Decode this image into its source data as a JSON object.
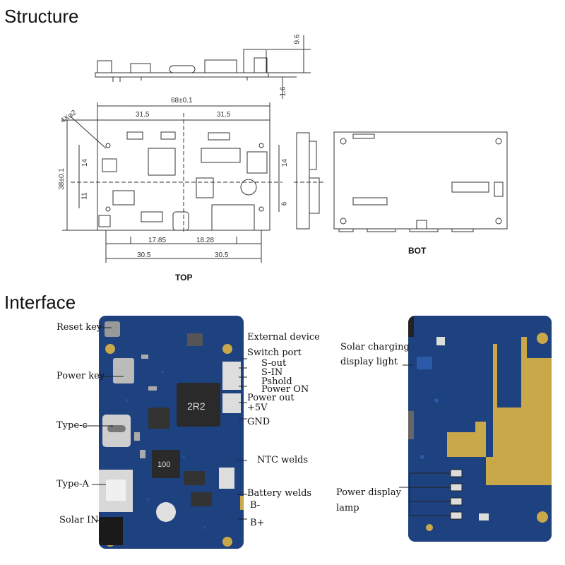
{
  "sections": {
    "structure": "Structure",
    "interface": "Interface"
  },
  "views": {
    "top": "TOP",
    "bot": "BOT"
  },
  "dimensions": {
    "height_side": "9.6",
    "thickness": "1.6",
    "width_total": "68±0.1",
    "half_left": "31.5",
    "half_right": "31.5",
    "height_total": "38±0.1",
    "left_14": "14",
    "left_11": "11",
    "right_14": "14",
    "right_6": "6",
    "holes": "4Xφ2",
    "usb_left": "17.85",
    "usb_right": "18.28",
    "bottom_left": "30.5",
    "bottom_right": "30.5"
  },
  "silkscreen": {
    "inductor": "2R2",
    "inductor2": "100"
  },
  "callouts_left": [
    "Reset key",
    "Power key",
    "Type-c",
    "Type-A",
    "Solar IN"
  ],
  "callouts_right": [
    "External device",
    "Switch port",
    "S-out",
    "S-IN",
    "Pshold",
    "Power ON",
    "Power out",
    "+5V",
    "GND",
    "NTC welds",
    "Battery welds",
    "B-",
    "B+"
  ],
  "callouts_back": [
    "Solar charging",
    "display light",
    "Power display",
    "lamp"
  ],
  "colors": {
    "pcb_blue": "#1d3f7a",
    "gold_pad": "#c9a84a",
    "line_art": "#333333"
  }
}
